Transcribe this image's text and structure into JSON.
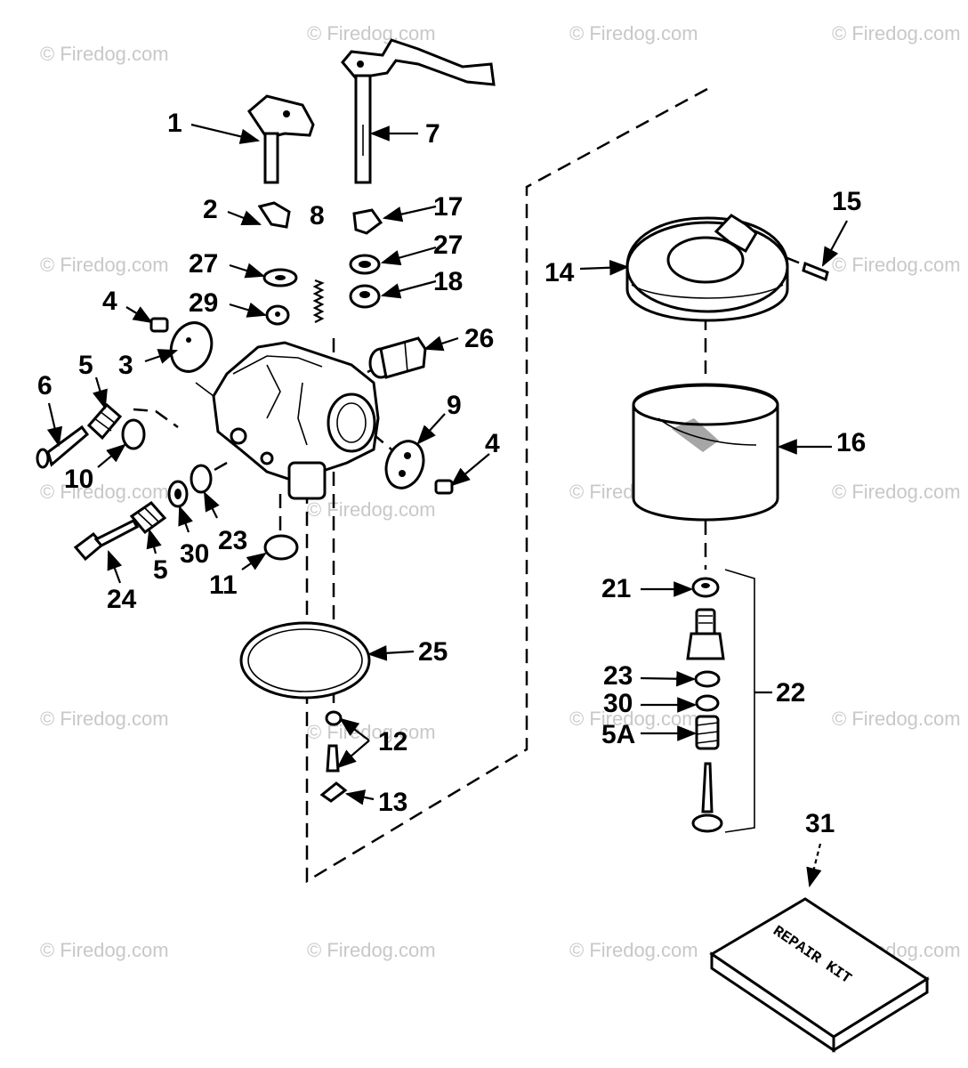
{
  "watermark": "© Firedog.com",
  "repair_kit_label": "REPAIR KIT",
  "callouts": {
    "p1": "1",
    "p2": "2",
    "p3": "3",
    "p4a": "4",
    "p4b": "4",
    "p5a": "5",
    "p5b": "5",
    "p5A": "5A",
    "p6": "6",
    "p7": "7",
    "p8": "8",
    "p9": "9",
    "p10": "10",
    "p11": "11",
    "p12": "12",
    "p13": "13",
    "p14": "14",
    "p15": "15",
    "p16": "16",
    "p17": "17",
    "p18": "18",
    "p21": "21",
    "p22": "22",
    "p23a": "23",
    "p23b": "23",
    "p24": "24",
    "p25": "25",
    "p26": "26",
    "p27a": "27",
    "p27b": "27",
    "p29": "29",
    "p30a": "30",
    "p30b": "30",
    "p31": "31"
  }
}
